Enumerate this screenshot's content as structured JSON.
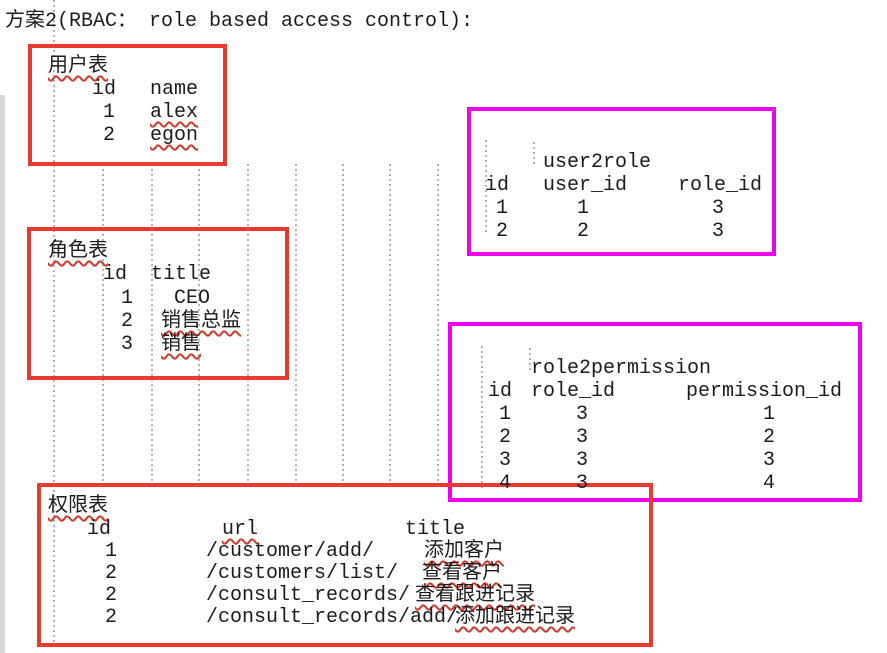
{
  "page": {
    "title": "方案2(RBAC： role based access control):"
  },
  "colors": {
    "annotation_red": "#e83a2e",
    "annotation_magenta": "#ee00ee",
    "text": "#1c1c1c",
    "spellcheck_red": "#cf3a2e",
    "tab_guide_gray": "#b3b3b3",
    "window_edge_gray": "#d8d8d8"
  },
  "tables": {
    "user_table": {
      "label": {
        "t": "用户表",
        "sq": true
      },
      "header": [
        {
          "t": "id"
        },
        {
          "t": "name"
        }
      ],
      "rows": [
        [
          {
            "t": "1"
          },
          {
            "t": "alex",
            "sq": true
          }
        ],
        [
          {
            "t": "2"
          },
          {
            "t": "egon",
            "sq": true
          }
        ]
      ]
    },
    "user2role": {
      "label": {
        "t": "user2role"
      },
      "header": [
        {
          "t": "id"
        },
        {
          "t": "user_id"
        },
        {
          "t": "role_id"
        }
      ],
      "rows": [
        [
          {
            "t": "1"
          },
          {
            "t": "1"
          },
          {
            "t": "3"
          }
        ],
        [
          {
            "t": "2"
          },
          {
            "t": "2"
          },
          {
            "t": "3"
          }
        ]
      ]
    },
    "role_table": {
      "label": {
        "t": "角色表",
        "sq": true
      },
      "header": [
        {
          "t": "id"
        },
        {
          "t": "title"
        }
      ],
      "rows": [
        [
          {
            "t": "1"
          },
          {
            "t": "CEO"
          }
        ],
        [
          {
            "t": "2"
          },
          {
            "t": "销售总监",
            "sq": true
          }
        ],
        [
          {
            "t": "3"
          },
          {
            "t": "销售",
            "sq": true
          }
        ]
      ]
    },
    "role2permission": {
      "label": {
        "t": "role2permission"
      },
      "header": [
        {
          "t": "id"
        },
        {
          "t": "role_id"
        },
        {
          "t": "permission_id"
        }
      ],
      "rows": [
        [
          {
            "t": "1"
          },
          {
            "t": "3"
          },
          {
            "t": "1"
          }
        ],
        [
          {
            "t": "2"
          },
          {
            "t": "3"
          },
          {
            "t": "2"
          }
        ],
        [
          {
            "t": "3"
          },
          {
            "t": "3"
          },
          {
            "t": "3"
          }
        ],
        [
          {
            "t": "4"
          },
          {
            "t": "3"
          },
          {
            "t": "4"
          }
        ]
      ]
    },
    "permission_table": {
      "label": {
        "t": "权限表",
        "sq": true
      },
      "header": [
        {
          "t": "id"
        },
        {
          "t": "url",
          "sq": true
        },
        {
          "t": "title"
        }
      ],
      "rows": [
        [
          {
            "t": "1"
          },
          {
            "t": "/customer/add/"
          },
          {
            "t": "添加客户",
            "sq": true
          }
        ],
        [
          {
            "t": "2"
          },
          {
            "t": "/customers/list/"
          },
          {
            "t": "查看客户",
            "sq": true
          }
        ],
        [
          {
            "t": "2"
          },
          {
            "t": "/consult_records/"
          },
          {
            "t": "查看跟进记录",
            "sq": true
          }
        ],
        [
          {
            "t": "2"
          },
          {
            "t": "/consult_records/add/"
          },
          {
            "t": "添加跟进记录",
            "sq": true
          }
        ]
      ]
    }
  }
}
